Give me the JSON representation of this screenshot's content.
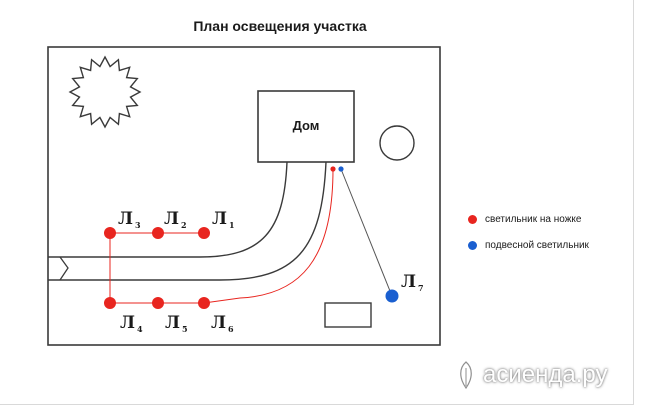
{
  "title": "План освещения участка",
  "house_label": "Дом",
  "legend": [
    {
      "label": "светильник на ножке",
      "color": "#e8251f"
    },
    {
      "label": "подвесной светильник",
      "color": "#1a5fd0"
    }
  ],
  "lamps": [
    {
      "id": "l1",
      "letter": "Л",
      "num": "1",
      "type": "floor"
    },
    {
      "id": "l2",
      "letter": "Л",
      "num": "2",
      "type": "floor"
    },
    {
      "id": "l3",
      "letter": "Л",
      "num": "3",
      "type": "floor"
    },
    {
      "id": "l4",
      "letter": "Л",
      "num": "4",
      "type": "floor"
    },
    {
      "id": "l5",
      "letter": "Л",
      "num": "5",
      "type": "floor"
    },
    {
      "id": "l6",
      "letter": "Л",
      "num": "6",
      "type": "floor"
    },
    {
      "id": "l7",
      "letter": "Л",
      "num": "7",
      "type": "hanging"
    }
  ],
  "colors": {
    "floor_lamp": "#e8251f",
    "hanging_lamp": "#1a5fd0",
    "outline": "#3a3a3a",
    "cable_floor": "#e8251f",
    "cable_hanging": "#555555"
  },
  "watermark": {
    "text": "асиенда.ру",
    "icon": "asienda-logo-icon"
  }
}
